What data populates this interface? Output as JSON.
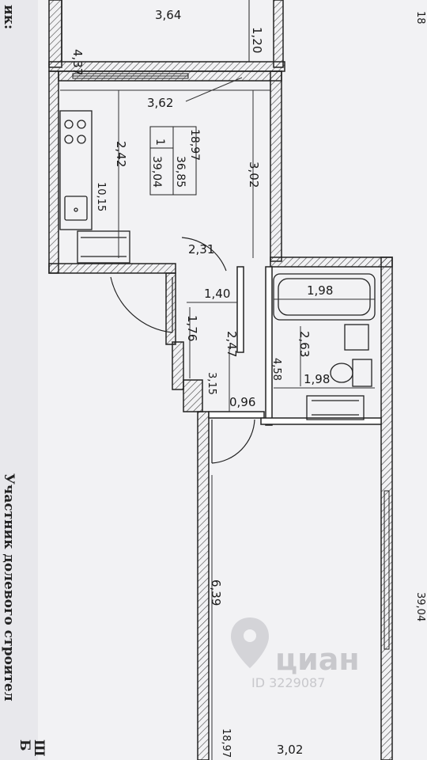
{
  "dimensions": {
    "top_width": "3,64",
    "top_depth": "4,37",
    "top_small": "1,20",
    "kitchen_width": "3,62",
    "kitchen_depth": "2,42",
    "kitchen_area": "10,15",
    "kitchen_right_depth": "3,02",
    "door_width": "2,31",
    "hall_width": "1,40",
    "hall_depth": "1,76",
    "hall_length": "2,47",
    "hall_area": "3,15",
    "corridor_width": "0,96",
    "bath_top_width": "1,98",
    "bath_depth": "2,63",
    "bath_area": "4,58",
    "bath_bottom_width": "1,98",
    "room_depth": "6,39",
    "room_area": "18,97",
    "room_width": "3,02"
  },
  "legend": {
    "rooms_count": "1",
    "living_area": "18,97",
    "total_area_no_balcony": "36,85",
    "total_area": "39,04"
  },
  "side_text": {
    "top_fragment": "ик:",
    "line1": "Участник долевого строител",
    "line2": "Б",
    "line3": "Ш"
  },
  "watermark": {
    "brand": "циан",
    "id": "ID 3229087"
  },
  "edge_fragments": {
    "right_top": "18",
    "right_bottom": "39,04"
  },
  "colors": {
    "paper": "#f2f2f4",
    "ink": "#1a1a1a",
    "watermark": "#c8c8cc"
  }
}
